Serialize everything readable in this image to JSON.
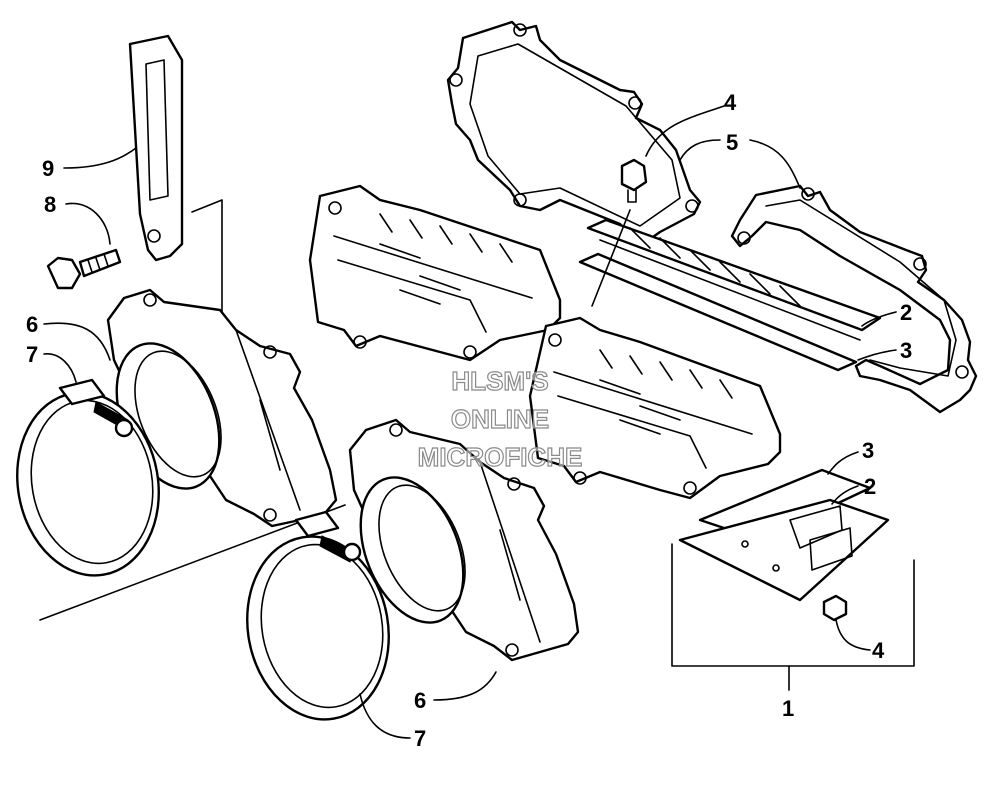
{
  "watermark": {
    "line1": "HLSM'S",
    "line2": "ONLINE",
    "line3": "MICROFICHE"
  },
  "callouts": [
    "1",
    "2",
    "2",
    "3",
    "3",
    "4",
    "4",
    "5",
    "6",
    "6",
    "7",
    "7",
    "8",
    "9"
  ]
}
